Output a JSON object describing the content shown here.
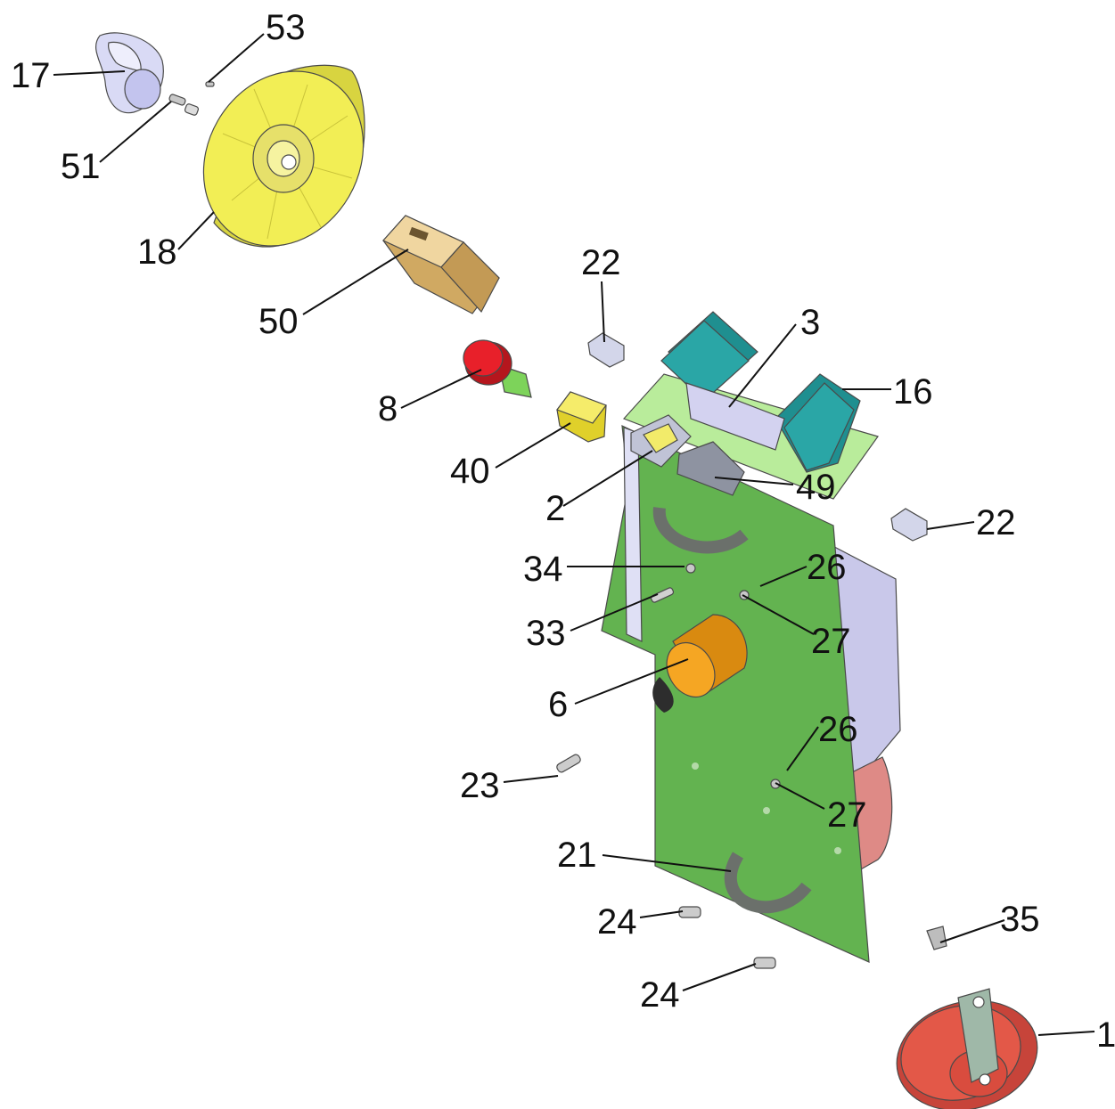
{
  "diagram": {
    "type": "exploded-parts-view",
    "callouts": [
      {
        "id": "c17",
        "text": "17"
      },
      {
        "id": "c53",
        "text": "53"
      },
      {
        "id": "c51",
        "text": "51"
      },
      {
        "id": "c18",
        "text": "18"
      },
      {
        "id": "c50",
        "text": "50"
      },
      {
        "id": "c22a",
        "text": "22"
      },
      {
        "id": "c3",
        "text": "3"
      },
      {
        "id": "c16",
        "text": "16"
      },
      {
        "id": "c8",
        "text": "8"
      },
      {
        "id": "c40",
        "text": "40"
      },
      {
        "id": "c2",
        "text": "2"
      },
      {
        "id": "c49",
        "text": "49"
      },
      {
        "id": "c22b",
        "text": "22"
      },
      {
        "id": "c34",
        "text": "34"
      },
      {
        "id": "c26a",
        "text": "26"
      },
      {
        "id": "c33",
        "text": "33"
      },
      {
        "id": "c27a",
        "text": "27"
      },
      {
        "id": "c6",
        "text": "6"
      },
      {
        "id": "c26b",
        "text": "26"
      },
      {
        "id": "c23",
        "text": "23"
      },
      {
        "id": "c27b",
        "text": "27"
      },
      {
        "id": "c21",
        "text": "21"
      },
      {
        "id": "c24a",
        "text": "24"
      },
      {
        "id": "c35",
        "text": "35"
      },
      {
        "id": "c24b",
        "text": "24"
      },
      {
        "id": "c1",
        "text": "1"
      }
    ],
    "colors": {
      "knob_lilac": "#d9daf5",
      "dial_yellow": "#f2ee55",
      "switch_tan": "#e8c47a",
      "button_red": "#e8202a",
      "button_green": "#7dd35a",
      "plug_yellow": "#f2e640",
      "solenoid_teal": "#2aa6a6",
      "board_green": "#63b350",
      "board_top_green": "#b9ec9b",
      "housing_lilac": "#c9c8ea",
      "motor_pink": "#de8a86",
      "capacitor_orange": "#f5a623",
      "foot_red": "#e35848",
      "bracket_gray": "#8a8f8a",
      "screw_gray": "#c8c8c8"
    }
  }
}
